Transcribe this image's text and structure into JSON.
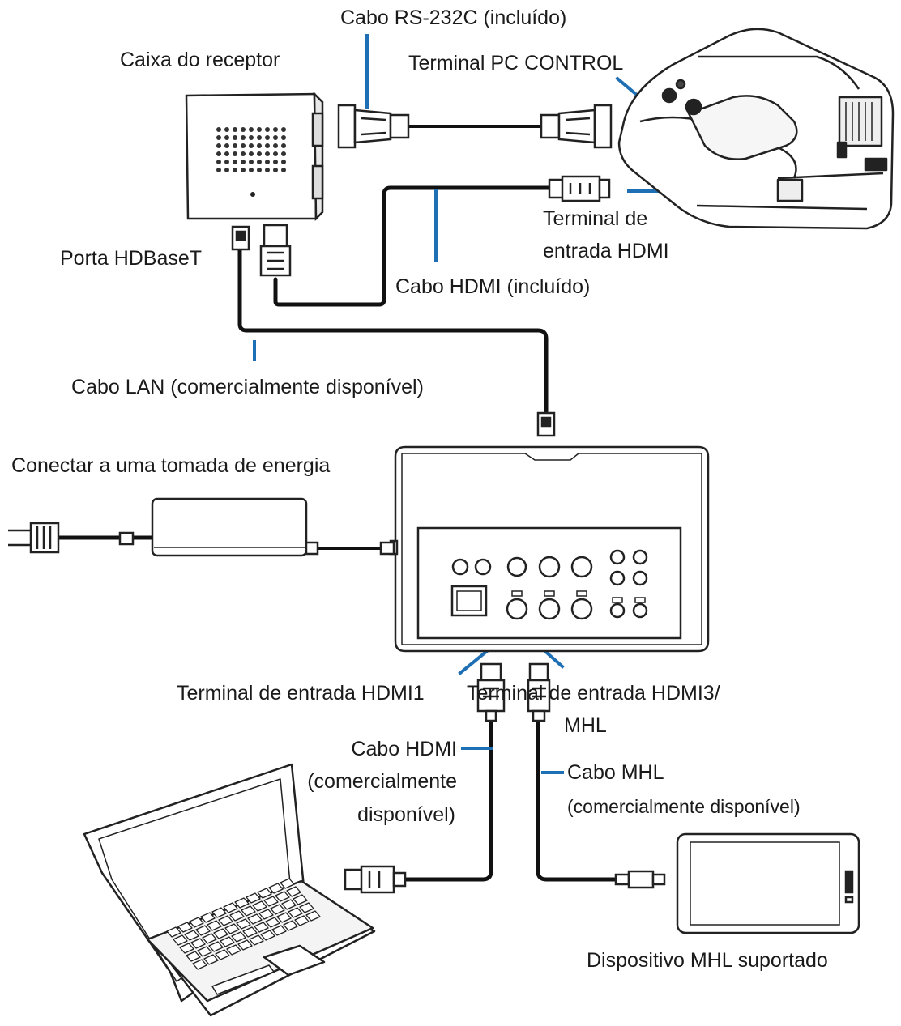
{
  "labels": {
    "rs232_cable": "Cabo RS-232C (incluído)",
    "receiver_box": "Caixa do receptor",
    "pc_control_terminal": "Terminal PC CONTROL",
    "hdmi_in_terminal_line1": "Terminal de",
    "hdmi_in_terminal_line2": "entrada HDMI",
    "hdbaset_port": "Porta HDBaseT",
    "hdmi_cable_included": "Cabo HDMI (incluído)",
    "lan_cable": "Cabo LAN (comercialmente disponível)",
    "power_outlet": "Conectar a uma tomada de energia",
    "hdmi1_terminal": "Terminal de entrada HDMI1",
    "hdmi3_terminal_line1": "Terminal de entrada HDMI3/",
    "hdmi3_terminal_line2": "MHL",
    "hdmi_cable_commercial_line1": "Cabo HDMI",
    "hdmi_cable_commercial_line2": "(comercialmente",
    "hdmi_cable_commercial_line3": "disponível)",
    "mhl_cable_line1": "Cabo MHL",
    "mhl_cable_line2": "(comercialmente disponível)",
    "mhl_device": "Dispositivo MHL suportado"
  },
  "colors": {
    "callout": "#1f6fb5",
    "cable": "#111111",
    "outline": "#222222"
  }
}
